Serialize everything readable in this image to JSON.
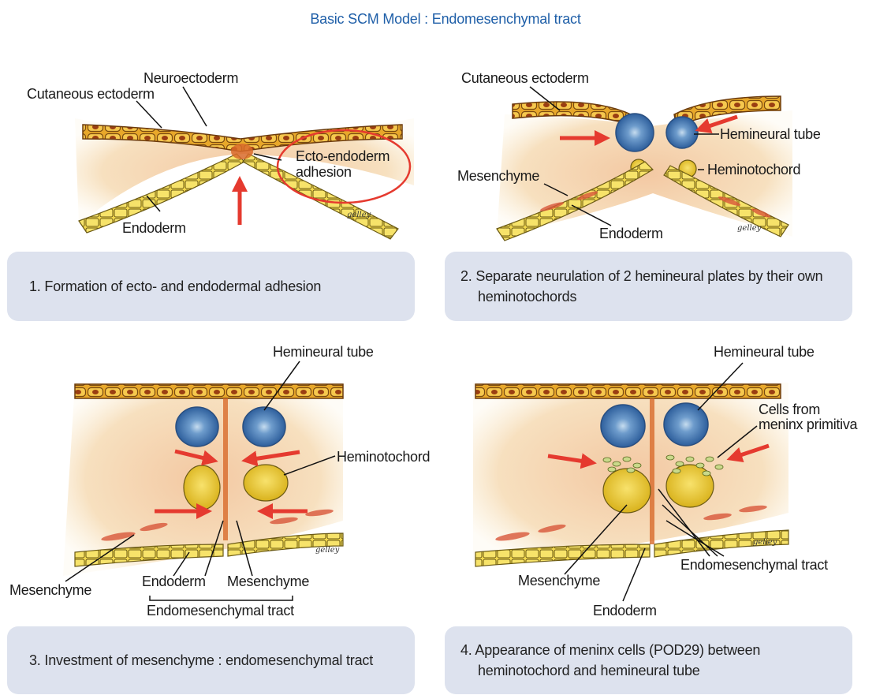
{
  "title": "Basic SCM Model : Endomesenchymal tract",
  "panels": [
    {
      "caption": "1.  Formation of ecto- and endodermal adhesion",
      "labels": {
        "neuroectoderm": "Neuroectoderm",
        "cutaneous_ectoderm": "Cutaneous ectoderm",
        "ecto_endo_line1": "Ecto-endoderm",
        "ecto_endo_line2": "adhesion",
        "endoderm": "Endoderm"
      }
    },
    {
      "caption_line1": "2.  Separate neurulation of 2 hemineural plates by their own",
      "caption_line2": "heminotochords",
      "labels": {
        "cutaneous_ectoderm": "Cutaneous ectoderm",
        "hemineural_tube": "Hemineural tube",
        "mesenchyme": "Mesenchyme",
        "heminotochord": "Heminotochord",
        "endoderm": "Endoderm"
      }
    },
    {
      "caption": "3.  Investment of mesenchyme : endomesenchymal tract",
      "labels": {
        "hemineural_tube": "Hemineural tube",
        "heminotochord": "Heminotochord",
        "mesenchyme_left": "Mesenchyme",
        "endoderm": "Endoderm",
        "mesenchyme_right": "Mesenchyme",
        "endomesenchymal_tract": "Endomesenchymal tract"
      }
    },
    {
      "caption_line1": "4.  Appearance of meninx cells (POD29) between",
      "caption_line2": "heminotochord and hemineural tube",
      "labels": {
        "hemineural_tube": "Hemineural tube",
        "cells_line1": "Cells from",
        "cells_line2": "meninx primitiva",
        "mesenchyme": "Mesenchyme",
        "endomesenchymal_tract": "Endomesenchymal tract",
        "endoderm": "Endoderm"
      }
    }
  ],
  "colors": {
    "title": "#1f5fa8",
    "caption_bg": "#dde2ee",
    "arrow": "#e53a2f",
    "ectoderm": "#e6a21c",
    "endoderm": "#f1d34a",
    "mesenchyme_bg": "#f6dcb8",
    "neural_tube": "#3f78b5",
    "notochord": "#efcf35"
  },
  "icons": {
    "arrow": "red-arrow",
    "signature": "artist-signature"
  }
}
